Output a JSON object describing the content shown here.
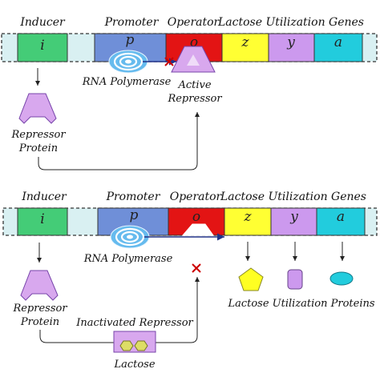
{
  "top": {
    "inducer": "Inducer",
    "promoter": "Promoter",
    "operator": "Operator",
    "genes_heading": "Lactose Utilization Genes",
    "gene_letters": [
      "i",
      "p",
      "o",
      "z",
      "y",
      "a"
    ],
    "rna_polymerase": "RNA Polymerase",
    "active_repressor": [
      "Active",
      "Repressor"
    ],
    "repressor_protein": [
      "Repressor",
      "Protein"
    ]
  },
  "bottom": {
    "inducer": "Inducer",
    "promoter": "Promoter",
    "operator": "Operator",
    "genes_heading": "Lactose Utilization Genes",
    "gene_letters": [
      "i",
      "p",
      "o",
      "z",
      "y",
      "a"
    ],
    "rna_polymerase": "RNA Polymerase",
    "repressor_protein": [
      "Repressor",
      "Protein"
    ],
    "inactivated_repressor": "Inactivated Repressor",
    "lactose": "Lactose",
    "proteins_caption": "Lactose Utilization Proteins"
  },
  "colors": {
    "inducer_gene": "#44cc77",
    "promoter": "#6f8fd8",
    "operator": "#e31414",
    "gene_z": "#ffff33",
    "gene_y": "#cc99ee",
    "gene_a": "#22ccdd",
    "dna_background": "#d9f0f2",
    "repressor": "#d8a8ee",
    "polymerase": "#66bbee",
    "lactose": "#dddd66",
    "block_x": "#cc0000"
  }
}
